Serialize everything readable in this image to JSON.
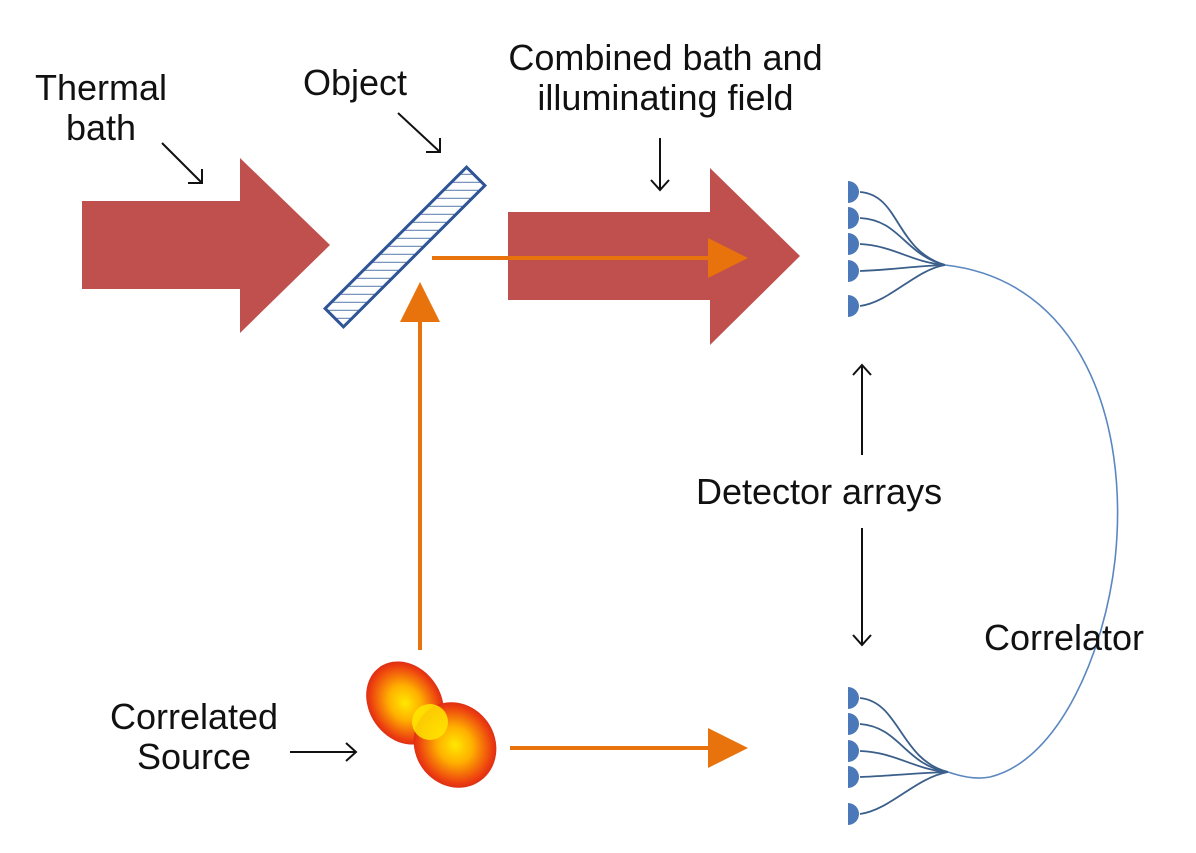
{
  "labels": {
    "thermal_bath": [
      "Thermal",
      "bath"
    ],
    "object": "Object",
    "combined": [
      "Combined bath and",
      "illuminating field"
    ],
    "detector_arrays": "Detector arrays",
    "correlator": "Correlator",
    "correlated_source": [
      "Correlated",
      "Source"
    ]
  },
  "colors": {
    "thermal_arrow": "#c0504d",
    "beam": "#e8720c",
    "object_stroke": "#2f5597",
    "detector": "#4a78b8",
    "wire": "#3b5f8a",
    "correlator_wire": "#5b87c0",
    "source_outer": "#c0141c",
    "source_inner": "#ffe800",
    "text": "#111111"
  }
}
